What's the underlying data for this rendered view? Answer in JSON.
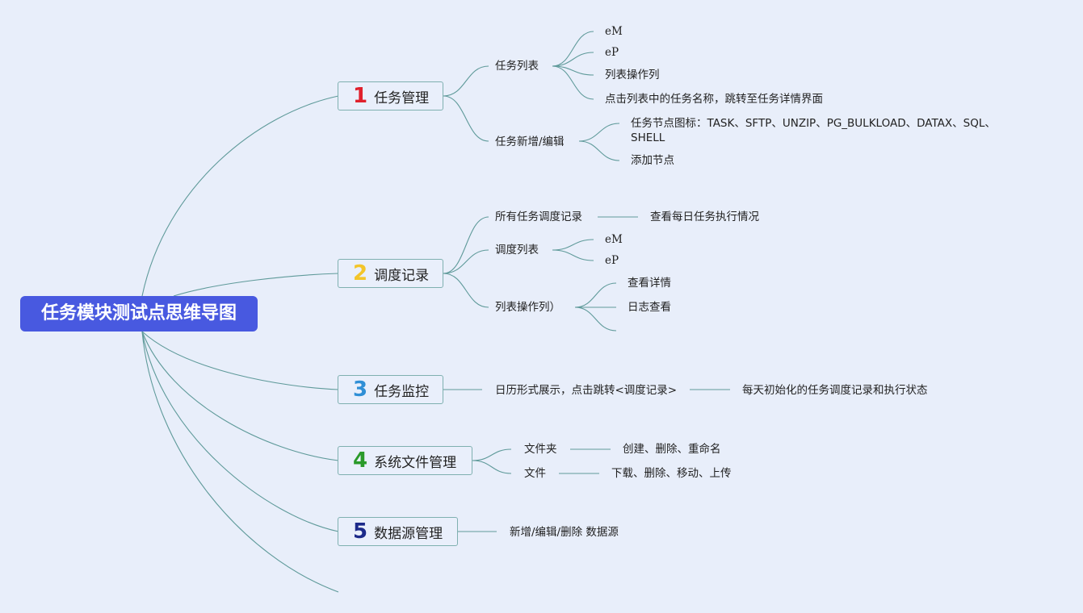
{
  "root": {
    "title": "任务模块测试点思维导图"
  },
  "branches": [
    {
      "num": "1",
      "color": "#e0202c",
      "label": "任务管理",
      "children": [
        {
          "label": "任务列表",
          "children": [
            "eM",
            "eP",
            "列表操作列",
            "点击列表中的任务名称，跳转至任务详情界面"
          ]
        },
        {
          "label": "任务新增/编辑",
          "children": [
            "任务节点图标：TASK、SFTP、UNZIP、PG_BULKLOAD、DATAX、SQL、SHELL",
            "添加节点"
          ]
        }
      ]
    },
    {
      "num": "2",
      "color": "#f3c52a",
      "label": "调度记录",
      "children": [
        {
          "label": "所有任务调度记录",
          "children": [
            "查看每日任务执行情况"
          ]
        },
        {
          "label": "调度列表",
          "children": [
            "eM",
            "eP"
          ]
        },
        {
          "label": "列表操作列）",
          "children": [
            "查看详情",
            "日志查看",
            ""
          ]
        }
      ]
    },
    {
      "num": "3",
      "color": "#2f8fd6",
      "label": "任务监控",
      "children": [
        {
          "label": "日历形式展示，点击跳转<调度记录>",
          "children": [
            "每天初始化的任务调度记录和执行状态"
          ]
        }
      ]
    },
    {
      "num": "4",
      "color": "#2a9a2a",
      "label": "系统文件管理",
      "children": [
        {
          "label": "文件夹",
          "children": [
            "创建、删除、重命名"
          ]
        },
        {
          "label": "文件",
          "children": [
            "下载、删除、移动、上传"
          ]
        }
      ]
    },
    {
      "num": "5",
      "color": "#1c2a8a",
      "label": "数据源管理",
      "children": [
        {
          "label": "新增/编辑/删除 数据源",
          "children": []
        }
      ]
    }
  ]
}
